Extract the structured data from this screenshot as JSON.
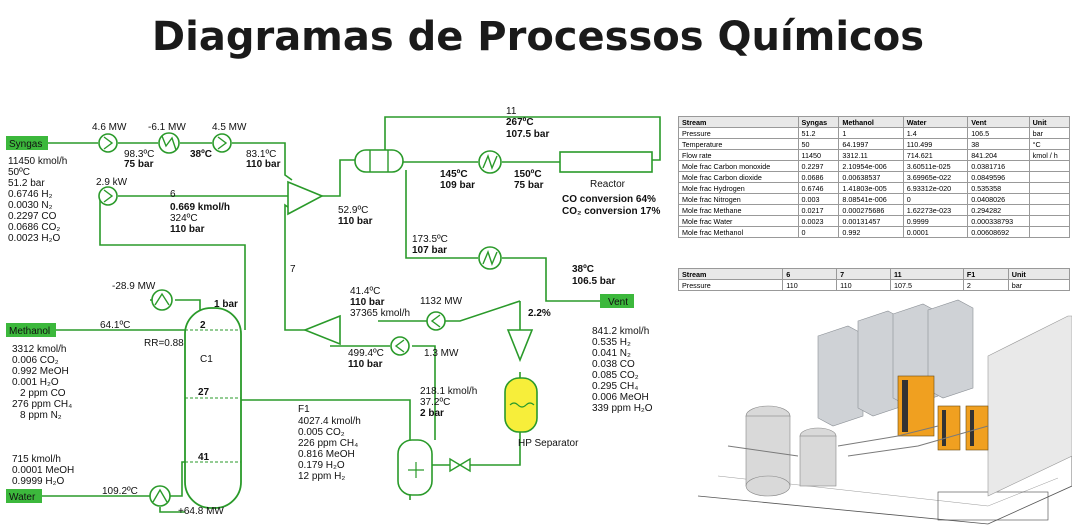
{
  "title": "Diagramas de Processos Químicos",
  "streams": {
    "syngas": "Syngas",
    "methanol": "Methanol",
    "water": "Water",
    "vent": "Vent"
  },
  "labels": {
    "syngas_feed": [
      "11450 kmol/h",
      "50ºC",
      "51.2 bar",
      "0.6746 H₂",
      "0.0030 N₂",
      "0.2297 CO",
      "0.0686 CO₂",
      "0.0023 H₂O"
    ],
    "comp1_power": "4.6 MW",
    "cool1_duty": "-6.1 MW",
    "comp2_power": "4.5 MW",
    "s_98": "98.3ºC",
    "s_75bar_a": "75 bar",
    "s_38c_a": "38ºC",
    "s_83": "83.1ºC",
    "s_110bar_a": "110 bar",
    "recycle_power": "2.9 kW",
    "s6_id": "6",
    "s6_flow": "0.669 kmol/h",
    "s6_temp": "324ºC",
    "s6_press": "110 bar",
    "mix_temp": "52.9ºC",
    "mix_press": "110 bar",
    "s11_id": "11",
    "s11_temp": "267ºC",
    "s11_press": "107.5 bar",
    "hx_out_temp": "145ºC",
    "hx_out_press": "109 bar",
    "heat_out_temp": "150ºC",
    "heat_out_press": "75 bar",
    "reactor": "Reactor",
    "co_conv": "CO  conversion 64%",
    "co2_conv": "CO₂ conversion 17%",
    "s173_temp": "173.5ºC",
    "s173_press": "107 bar",
    "s7": "7",
    "cool2_temp": "38ºC",
    "cool2_press": "106.5 bar",
    "purge": "2.2%",
    "vent_stream": [
      "841.2 kmol/h",
      "0.535 H₂",
      "0.041 N₂",
      "0.038 CO",
      "0.085 CO₂",
      "0.295 CH₄",
      "0.006 MeOH",
      "339 ppm H₂O"
    ],
    "comp3_power": "1132 MW",
    "rec_temp": "41.4ºC",
    "rec_press": "110 bar",
    "rec_flow": "37365 kmol/h",
    "cond_duty": "-28.9 MW",
    "top_press": "1 bar",
    "meoh_temp": "64.1ºC",
    "tray2": "2",
    "rr": "RR=0.88",
    "col": "C1",
    "tray27": "27",
    "tray41": "41",
    "methanol_prod": [
      "3312 kmol/h",
      "0.006 CO₂",
      "0.992 MeOH",
      "0.001 H₂O",
      "2 ppm CO",
      "276 ppm CH₄",
      "8 ppm N₂"
    ],
    "comp4_temp": "499.4ºC",
    "comp4_press": "110 bar",
    "comp4_power": "1.3 MW",
    "liq_flow": "218.1 kmol/h",
    "liq_temp": "37.2ºC",
    "liq_press": "2 bar",
    "hp_sep": "HP Separator",
    "f1_id": "F1",
    "f1_stream": [
      "4027.4 kmol/h",
      "0.005 CO₂",
      "226 ppm CH₄",
      "0.816 MeOH",
      "0.179 H₂O",
      "12 ppm H₂"
    ],
    "water_prod": [
      "715 kmol/h",
      "0.0001 MeOH",
      "0.9999 H₂O"
    ],
    "reb_temp": "109.2ºC",
    "reb_duty": "+64.8 MW"
  },
  "table1": {
    "headers": [
      "Stream",
      "Syngas",
      "Methanol",
      "Water",
      "Vent",
      "Unit"
    ],
    "rows": [
      [
        "Pressure",
        "51.2",
        "1",
        "1.4",
        "106.5",
        "bar"
      ],
      [
        "Temperature",
        "50",
        "64.1997",
        "110.499",
        "38",
        "°C"
      ],
      [
        "Flow rate",
        "11450",
        "3312.11",
        "714.621",
        "841.204",
        "kmol / h"
      ],
      [
        "Mole frac Carbon monoxide",
        "0.2297",
        "2.10954e-006",
        "3.60511e-025",
        "0.0381716",
        ""
      ],
      [
        "Mole frac Carbon dioxide",
        "0.0686",
        "0.00638537",
        "3.69965e-022",
        "0.0849596",
        ""
      ],
      [
        "Mole frac Hydrogen",
        "0.6746",
        "1.41803e-005",
        "6.93312e-020",
        "0.535358",
        ""
      ],
      [
        "Mole frac Nitrogen",
        "0.003",
        "8.08541e-006",
        "0",
        "0.0408026",
        ""
      ],
      [
        "Mole frac Methane",
        "0.0217",
        "0.000275686",
        "1.62273e-023",
        "0.294282",
        ""
      ],
      [
        "Mole frac Water",
        "0.0023",
        "0.00131457",
        "0.9999",
        "0.000338793",
        ""
      ],
      [
        "Mole frac Methanol",
        "0",
        "0.992",
        "0.0001",
        "0.00608692",
        ""
      ]
    ]
  },
  "table2": {
    "headers": [
      "Stream",
      "6",
      "7",
      "11",
      "F1",
      "Unit"
    ],
    "rows": [
      [
        "Pressure",
        "110",
        "110",
        "107.5",
        "2",
        "bar"
      ]
    ]
  },
  "colors": {
    "line": "#2a9a2a",
    "stream_box": "#3cb83c",
    "separator": "#f7ee3a"
  }
}
